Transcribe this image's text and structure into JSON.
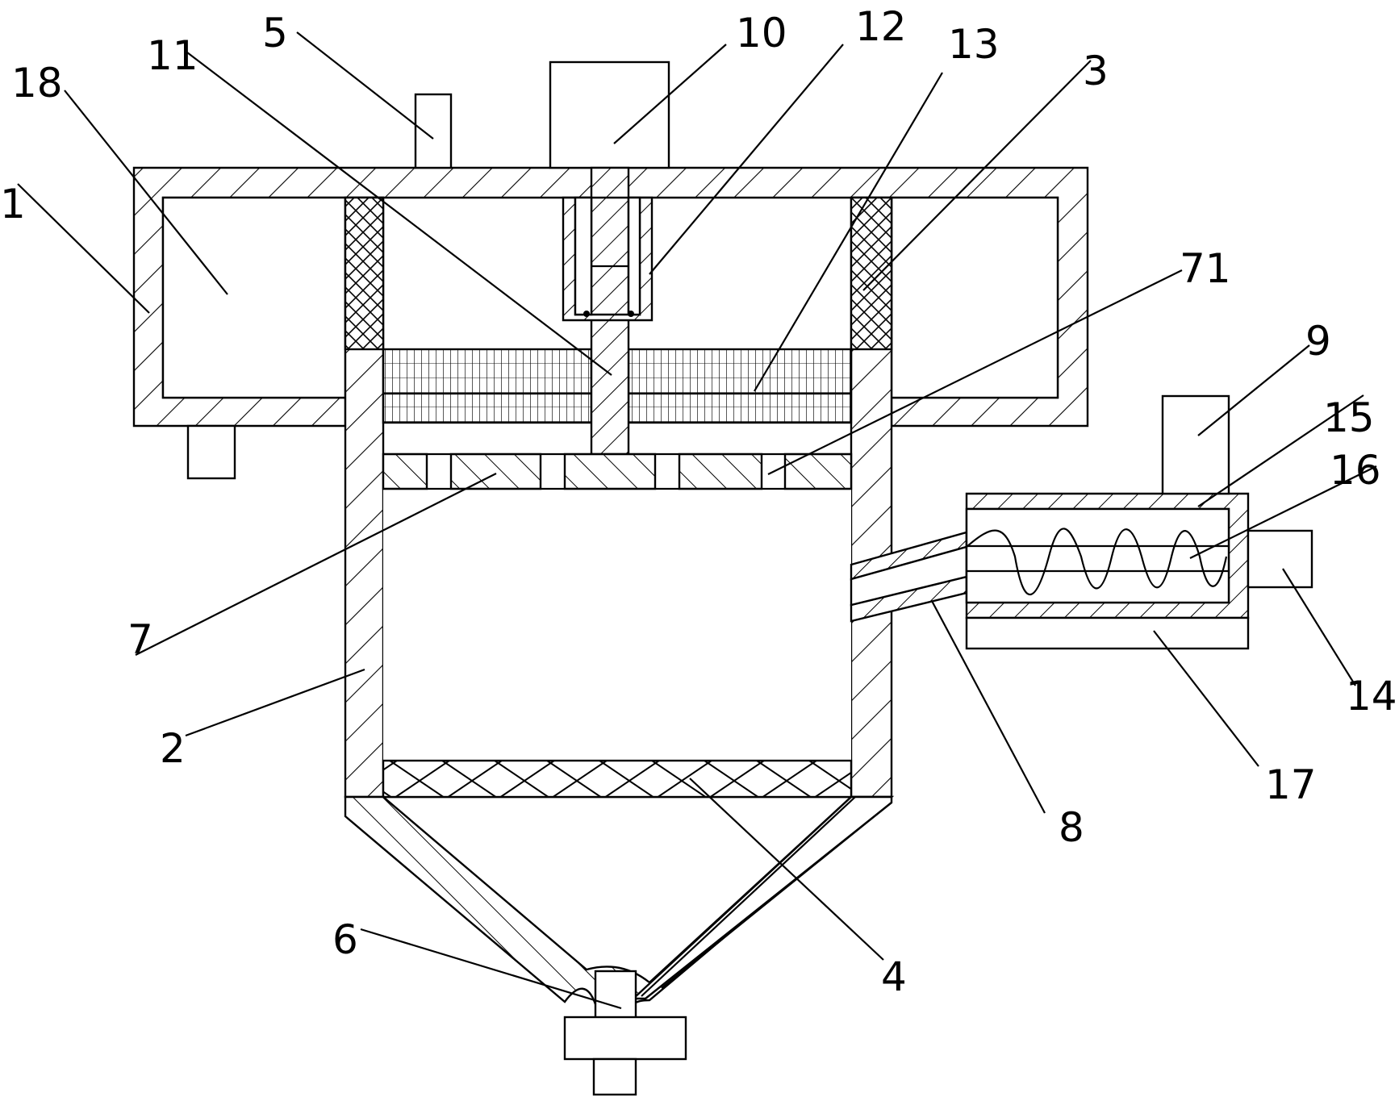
{
  "colors": {
    "line": "#000000",
    "background": "#ffffff"
  },
  "labels": {
    "l1": "1",
    "l2": "2",
    "l3": "3",
    "l4": "4",
    "l5": "5",
    "l6": "6",
    "l7": "7",
    "l8": "8",
    "l9": "9",
    "l10": "10",
    "l11": "11",
    "l12": "12",
    "l13": "13",
    "l14": "14",
    "l15": "15",
    "l16": "16",
    "l17": "17",
    "l18": "18",
    "l71": "71"
  }
}
